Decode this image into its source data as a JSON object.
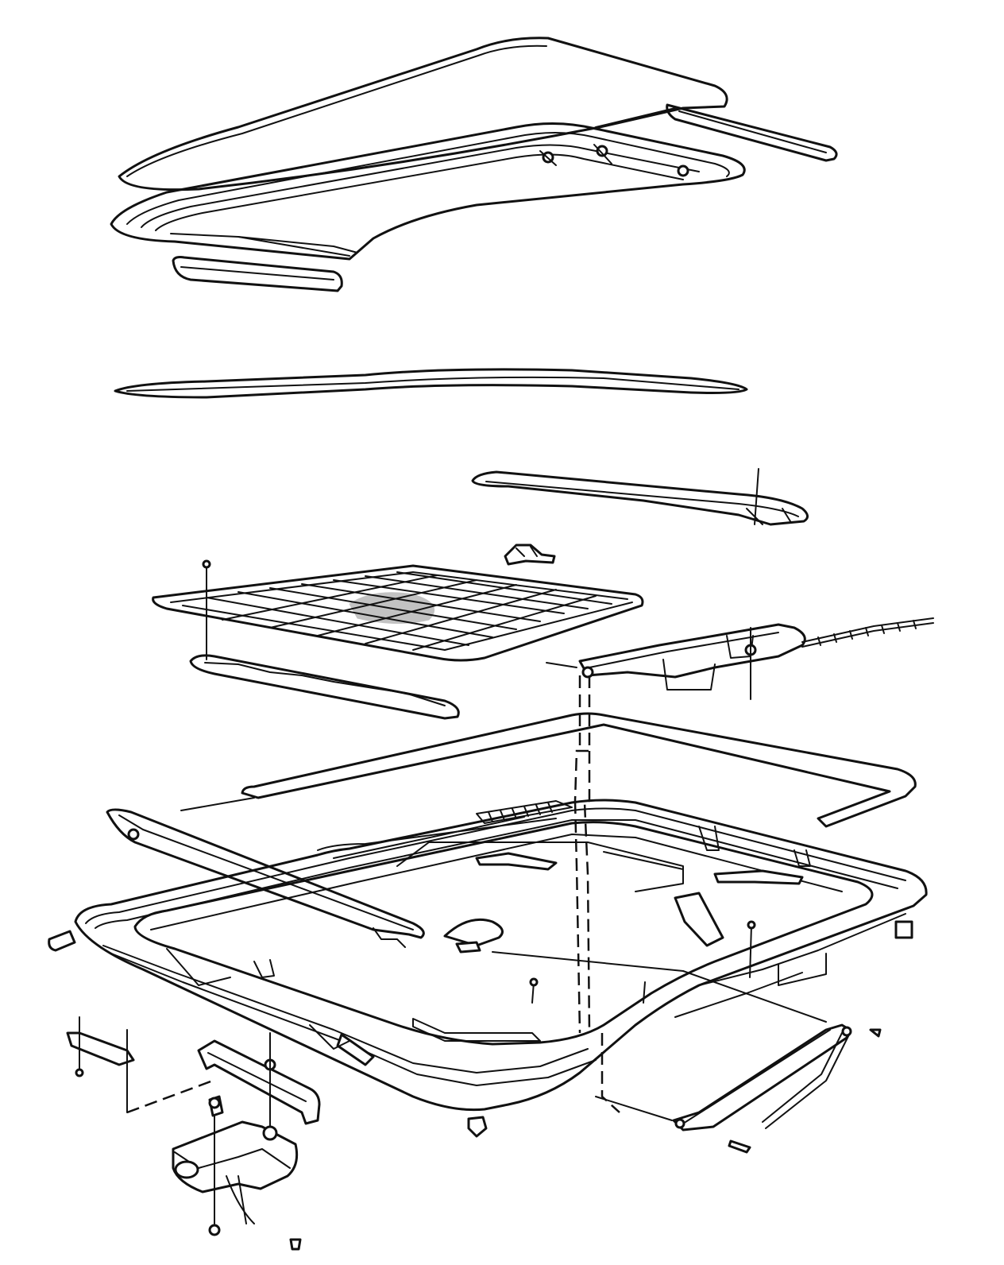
{
  "diagram": {
    "parts": [
      {
        "id": "glass-panel",
        "icon": "sunroof-glass-panel-icon"
      },
      {
        "id": "glass-rear-seal-strip",
        "icon": "seal-strip-icon"
      },
      {
        "id": "glass-frame",
        "icon": "glass-frame-icon"
      },
      {
        "id": "glass-front-deflector-strip",
        "icon": "deflector-strip-icon"
      },
      {
        "id": "glass-weatherstrip",
        "icon": "weatherstrip-seal-icon"
      },
      {
        "id": "rear-guide-rail",
        "icon": "guide-rail-icon"
      },
      {
        "id": "small-clip",
        "icon": "clip-icon"
      },
      {
        "id": "sunshade-panel",
        "icon": "sunshade-grid-icon"
      },
      {
        "id": "sunshade-front-trim",
        "icon": "trim-strip-icon"
      },
      {
        "id": "cable-drive-mechanism",
        "icon": "cable-drive-icon"
      },
      {
        "id": "sunroof-housing-frame",
        "icon": "housing-frame-icon"
      },
      {
        "id": "front-wind-deflector",
        "icon": "wind-deflector-icon"
      },
      {
        "id": "drain-tube-fitting",
        "icon": "drain-fitting-icon"
      },
      {
        "id": "motor-bracket",
        "icon": "bracket-icon"
      },
      {
        "id": "small-bracket",
        "icon": "small-bracket-icon"
      },
      {
        "id": "sunroof-motor",
        "icon": "motor-icon"
      },
      {
        "id": "rear-link-arm-assembly",
        "icon": "link-arm-icon"
      },
      {
        "id": "screws",
        "icon": "screw-icon"
      }
    ],
    "colors": {
      "line": "#111111",
      "background": "#ffffff"
    }
  }
}
